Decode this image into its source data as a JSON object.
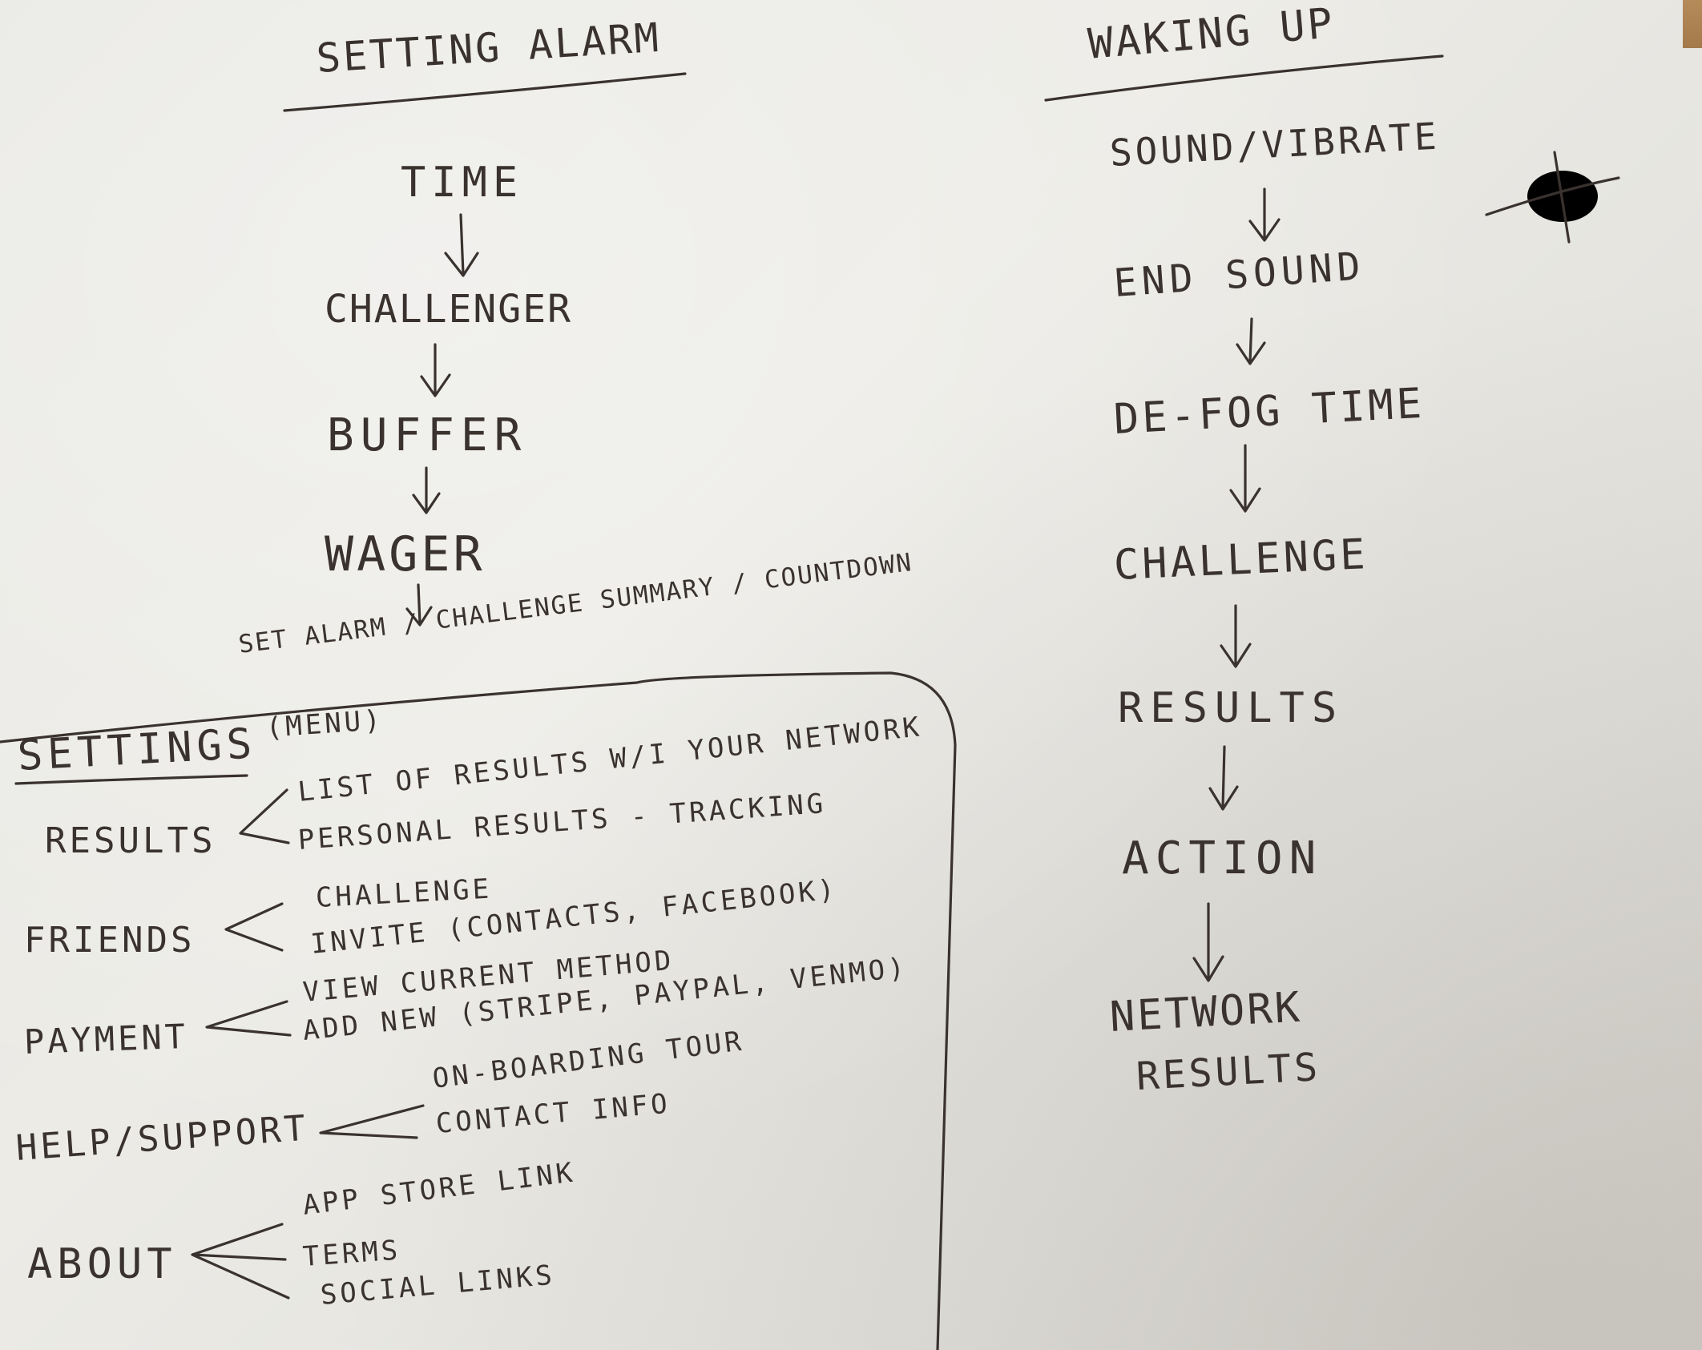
{
  "setting_alarm": {
    "title": "SETTING ALARM",
    "steps": [
      "TIME",
      "CHALLENGER",
      "BUFFER",
      "WAGER"
    ],
    "final": "SET ALARM / CHALLENGE SUMMARY / COUNTDOWN"
  },
  "waking_up": {
    "title": "WAKING UP",
    "steps": [
      "SOUND/VIBRATE",
      "END SOUND",
      "DE-FOG TIME",
      "CHALLENGE",
      "RESULTS",
      "ACTION",
      "NETWORK",
      "RESULTS"
    ]
  },
  "settings": {
    "title": "SETTINGS",
    "subtitle": "(MENU)",
    "groups": [
      {
        "label": "RESULTS",
        "items": [
          "LIST OF RESULTS W/I YOUR NETWORK",
          "PERSONAL RESULTS - TRACKING"
        ]
      },
      {
        "label": "FRIENDS",
        "items": [
          "CHALLENGE",
          "INVITE (CONTACTS, FACEBOOK)"
        ]
      },
      {
        "label": "PAYMENT",
        "items": [
          "VIEW CURRENT METHOD",
          "ADD NEW (STRIPE, PAYPAL, VENMO)"
        ]
      },
      {
        "label": "HELP/SUPPORT",
        "items": [
          "ON-BOARDING TOUR",
          "CONTACT INFO"
        ]
      },
      {
        "label": "ABOUT",
        "items": [
          "APP STORE LINK",
          "TERMS",
          "SOCIAL LINKS"
        ]
      }
    ]
  },
  "colors": {
    "paper": "#e9e9e5",
    "ink": "#3a322e",
    "wood": "#b58b5a"
  }
}
